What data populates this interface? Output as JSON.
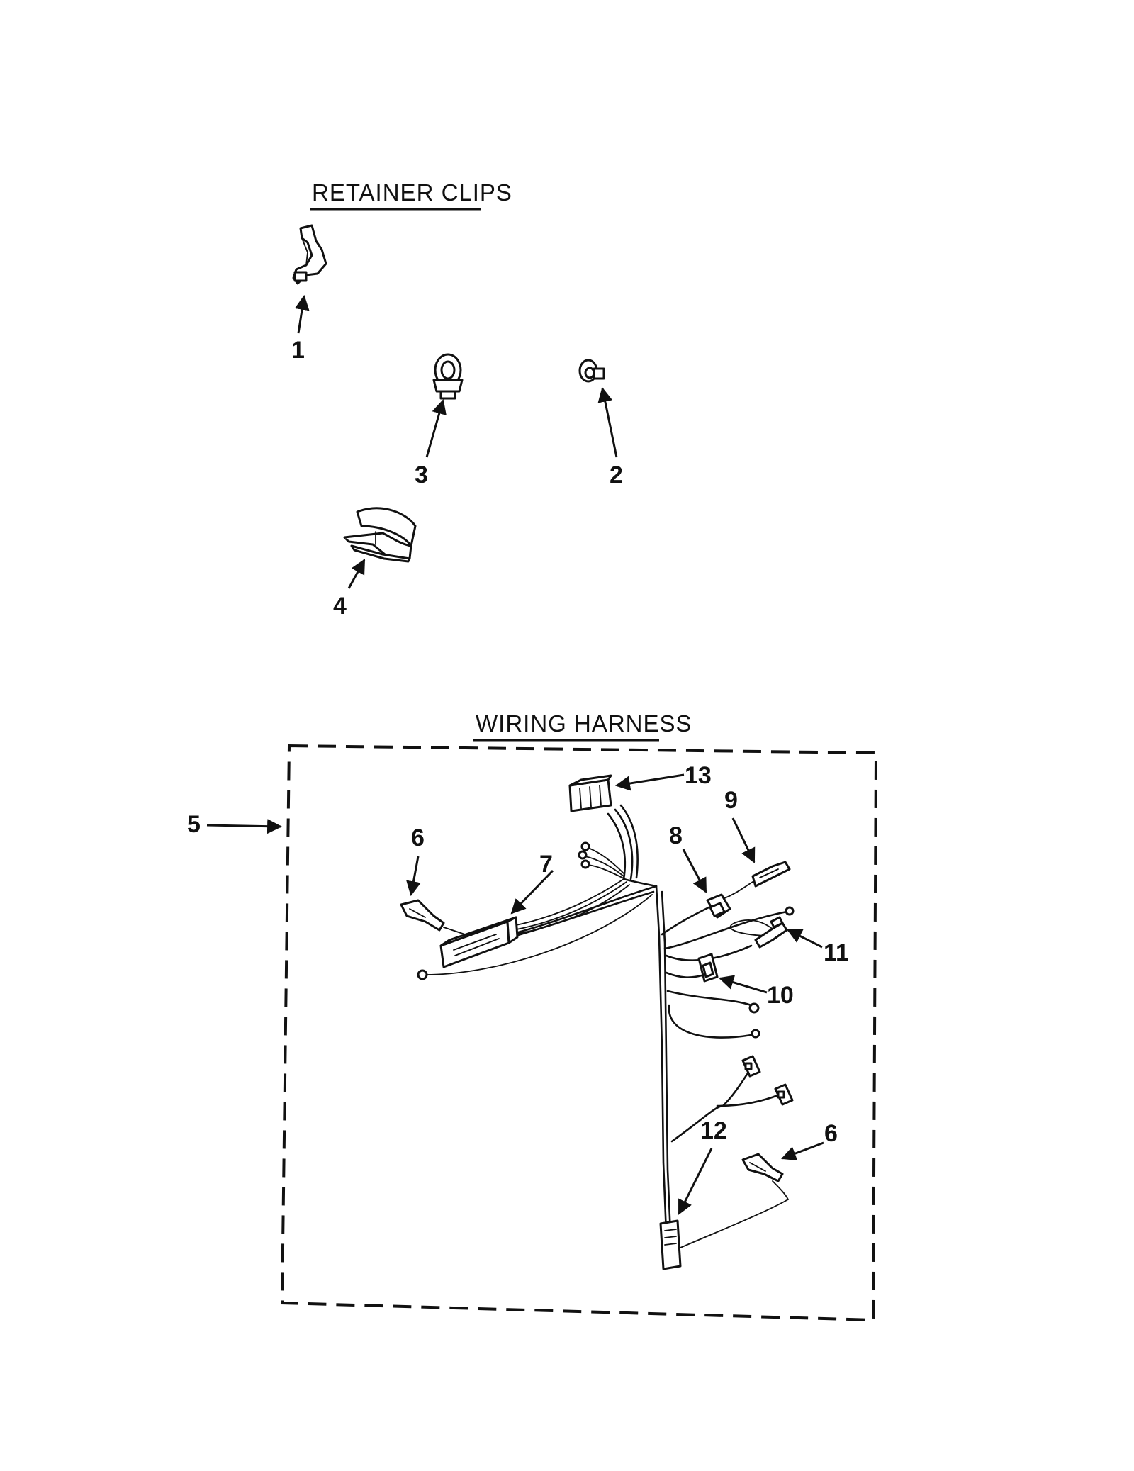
{
  "headings": {
    "retainer_clips": "RETAINER CLIPS",
    "wiring_harness": "WIRING HARNESS"
  },
  "callouts": {
    "c1": "1",
    "c2": "2",
    "c3": "3",
    "c4": "4",
    "c5": "5",
    "c6a": "6",
    "c6b": "6",
    "c7": "7",
    "c8": "8",
    "c9": "9",
    "c10": "10",
    "c11": "11",
    "c12": "12",
    "c13": "13"
  }
}
